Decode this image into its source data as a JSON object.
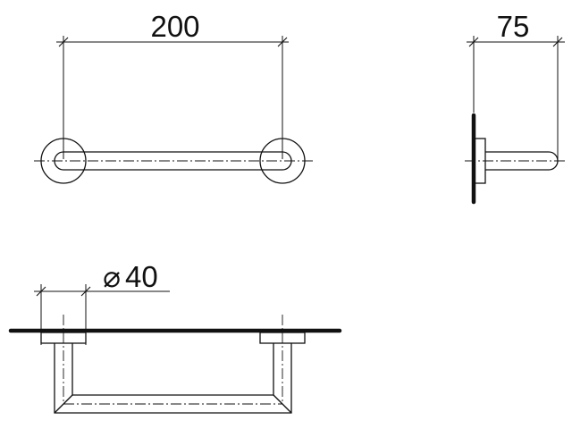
{
  "dimensions": {
    "length": "200",
    "depth": "75",
    "diameter_symbol": "⌀",
    "diameter": "40"
  }
}
